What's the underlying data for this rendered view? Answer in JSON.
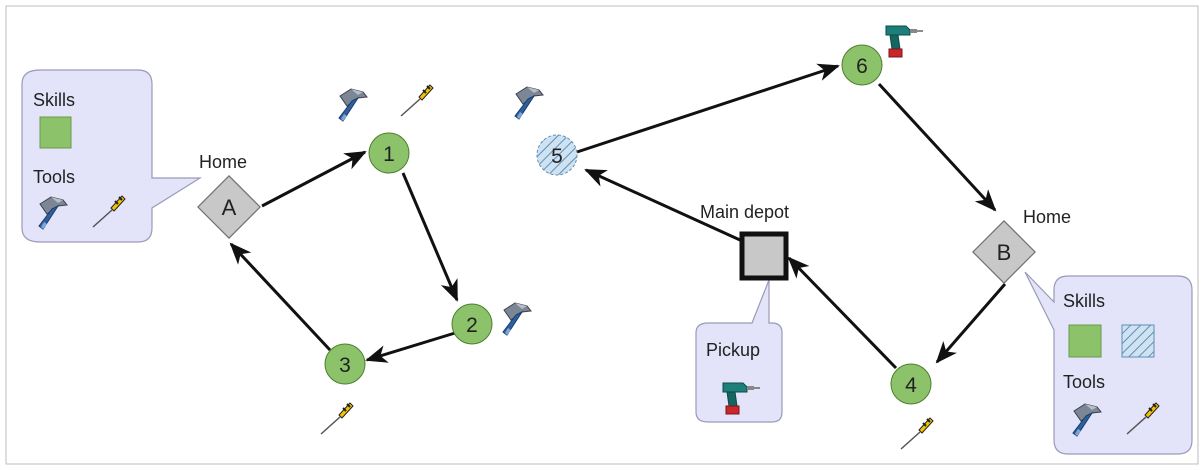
{
  "colors": {
    "node_fill": "#8cc26a",
    "node_stroke": "#4e7f30",
    "hatch_fill": "#cfe2f2",
    "hatch_line": "#5f8fb4",
    "home_fill": "#c8c8c8",
    "home_stroke": "#707070",
    "bubble_fill": "#e3e3fa",
    "bubble_stroke": "#9a9ab8",
    "edge": "#111111"
  },
  "home_a": {
    "label": "Home",
    "letter": "A"
  },
  "home_b": {
    "label": "Home",
    "letter": "B"
  },
  "depot": {
    "label": "Main depot"
  },
  "bubble_a": {
    "skills_label": "Skills",
    "tools_label": "Tools",
    "skills": [
      "solid-skill"
    ],
    "tools": [
      "hammer-icon",
      "screwdriver-icon"
    ]
  },
  "bubble_b": {
    "skills_label": "Skills",
    "tools_label": "Tools",
    "skills": [
      "solid-skill",
      "hatched-skill"
    ],
    "tools": [
      "hammer-icon",
      "screwdriver-icon"
    ]
  },
  "pickup": {
    "label": "Pickup",
    "item": "drill-icon"
  },
  "tasks": [
    {
      "id": "1",
      "style": "solid",
      "tools": [
        "hammer-icon",
        "screwdriver-icon"
      ]
    },
    {
      "id": "2",
      "style": "solid",
      "tools": [
        "hammer-icon"
      ]
    },
    {
      "id": "3",
      "style": "solid",
      "tools": [
        "screwdriver-icon"
      ]
    },
    {
      "id": "4",
      "style": "solid",
      "tools": [
        "screwdriver-icon"
      ]
    },
    {
      "id": "5",
      "style": "hatched",
      "tools": [
        "hammer-icon"
      ]
    },
    {
      "id": "6",
      "style": "solid",
      "tools": [
        "drill-icon"
      ]
    }
  ],
  "routes": [
    {
      "name": "route-a",
      "sequence": [
        "A",
        "1",
        "2",
        "3",
        "A"
      ]
    },
    {
      "name": "route-b",
      "sequence": [
        "B",
        "4",
        "Main depot",
        "5",
        "6",
        "B"
      ]
    }
  ]
}
